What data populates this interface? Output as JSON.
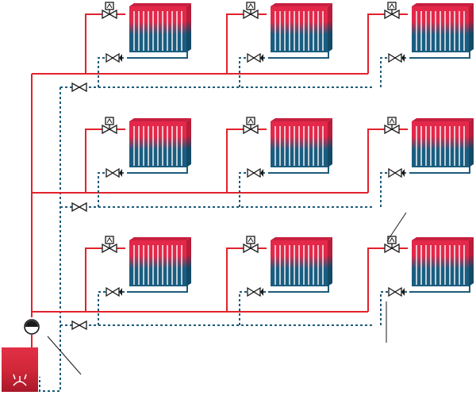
{
  "title": "",
  "colors": {
    "supply": "#e2222c",
    "return": "#1d5b7a",
    "radiator_hot": "#e3284a",
    "radiator_cold": "#1a5d80",
    "fitting": "#1a1a1a",
    "boiler": "#d32a3a",
    "background": "#ffffff"
  },
  "system": {
    "floors": [
      {
        "name": "floor-top",
        "radiators": 3,
        "thermostatic_valves": 3,
        "return_valves": 3,
        "balancing_valve": true
      },
      {
        "name": "floor-middle",
        "radiators": 3,
        "thermostatic_valves": 3,
        "return_valves": 3,
        "balancing_valve": true
      },
      {
        "name": "floor-bottom",
        "radiators": 3,
        "thermostatic_valves": 3,
        "return_valves": 3,
        "balancing_valve": true
      }
    ],
    "components": {
      "boiler": {
        "icon": "boiler-flame-icon"
      },
      "pump": {
        "icon": "circulation-pump-icon"
      },
      "thermostatic_valve": {
        "icon": "thermostatic-head-icon"
      },
      "return_lockshield_valve": {
        "icon": "lockshield-valve-icon"
      },
      "balancing_valve": {
        "icon": "bowtie-valve-icon"
      }
    },
    "callouts": [
      {
        "name": "callout-pump"
      },
      {
        "name": "callout-thermostatic-valve"
      },
      {
        "name": "callout-return-valve"
      }
    ]
  }
}
